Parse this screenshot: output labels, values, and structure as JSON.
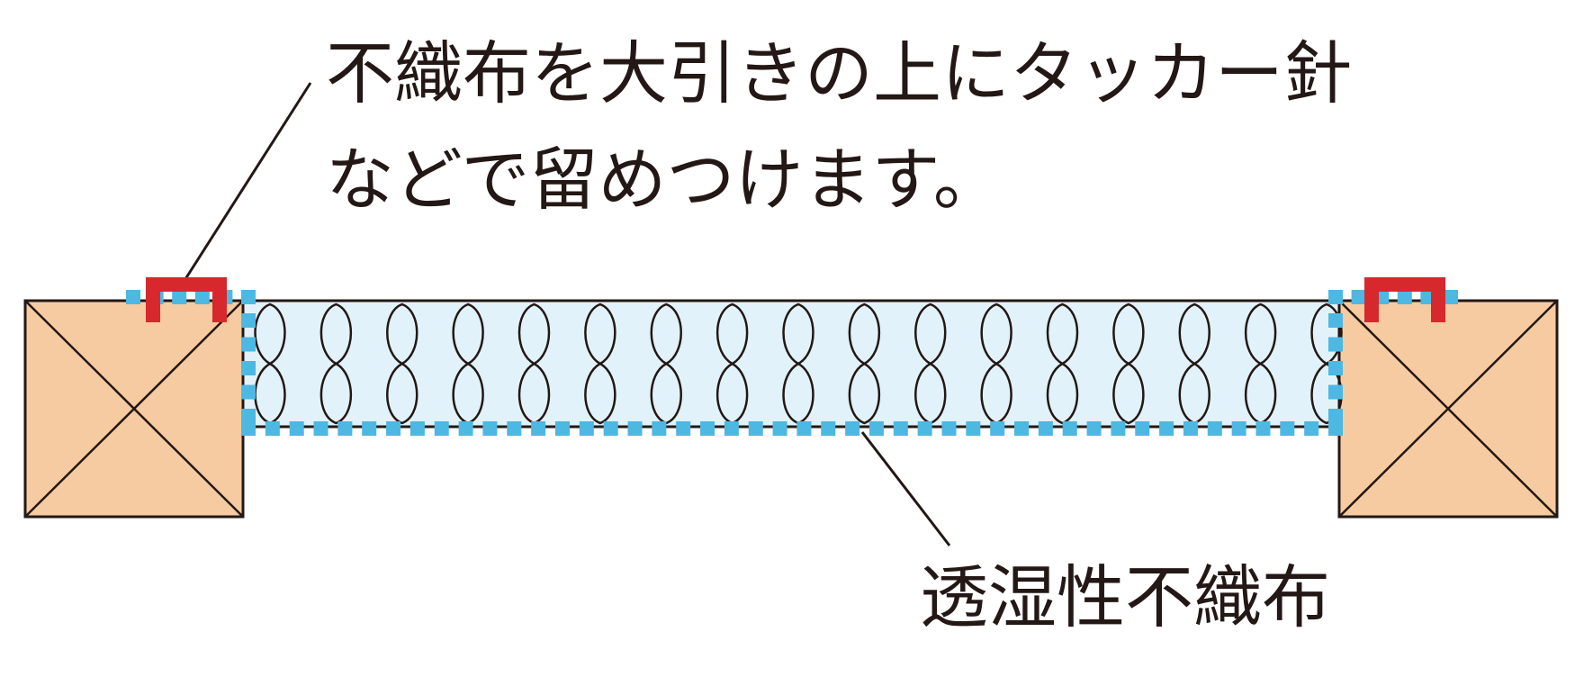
{
  "annotations": {
    "top": {
      "line1": "不織布を大引きの上にタッカー針",
      "line2": "などで留めつけます。"
    },
    "bottom": {
      "label": "透湿性不織布"
    }
  },
  "colors": {
    "wood_fill": "#f7cba1",
    "insulation_fill": "#e2f2fa",
    "fabric_dots": "#4db8e1",
    "staple": "#d7282e",
    "stroke": "#231815"
  },
  "icons": {
    "staple_left": "staple-icon",
    "staple_right": "staple-icon"
  }
}
